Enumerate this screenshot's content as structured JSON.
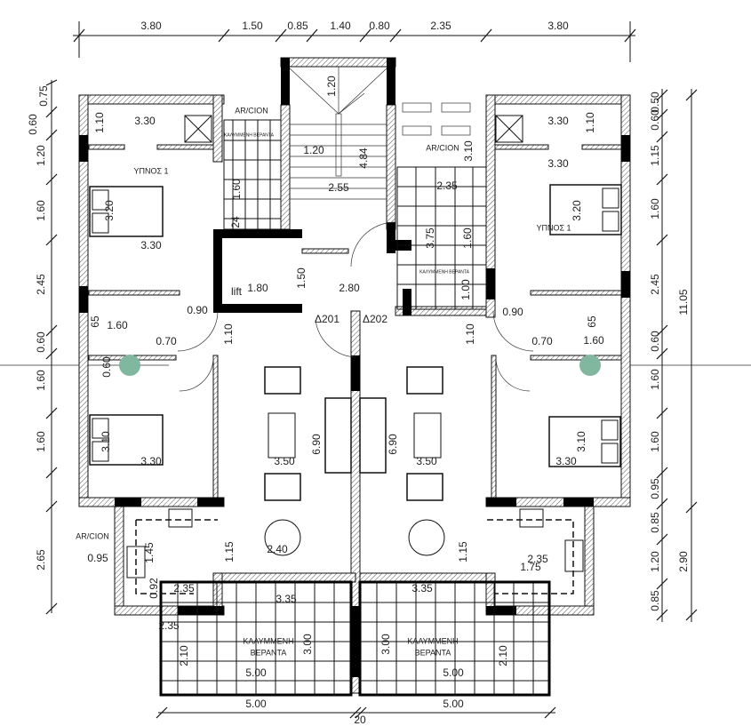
{
  "colors": {
    "walls": "#000000",
    "marker": "#7fb89f",
    "background": "#ffffff"
  },
  "top_dims": [
    "3.80",
    "1.50",
    "0.85",
    "1.40",
    "0.80",
    "2.35",
    "3.80"
  ],
  "left_dims": [
    "0.75",
    "0.60",
    "1.20",
    "1.60",
    "2.45",
    "0.60",
    "1.60",
    "1.60",
    "2.65"
  ],
  "right_dims": [
    "0.50",
    "0.60",
    "1.15",
    "1.60",
    "2.45",
    "0.60",
    "1.60",
    "1.60",
    "0.95",
    "0.85",
    "1.20",
    "0.85"
  ],
  "right_overall": [
    "11.05",
    "2.90"
  ],
  "bottom_dims": [
    "5.00",
    "5.00",
    "20"
  ],
  "rooms": {
    "bedroom_left": "ΥΠΝΟΣ 1",
    "bedroom_right": "ΥΠΝΟΣ 1",
    "aircon_1": "AR/CION",
    "aircon_2": "AR/CION",
    "aircon_3": "AR/CION",
    "small_veranda_1": "ΚΑΛΥΜΜΕΝΗ ΒΕΡΑΝΤΑ",
    "small_veranda_2": "ΚΑΛΥΜΜΕΝΗ ΒΕΡΑΝΤΑ",
    "veranda_left_1": "ΚΑΛΥΜΜΕΝΗ",
    "veranda_left_2": "ΒΕΡΑΝΤΑ",
    "veranda_right_1": "ΚΑΛΥΜΜΕΝΗ",
    "veranda_right_2": "ΒΕΡΑΝΤΑ",
    "lift": "lift",
    "door_201": "Δ201",
    "door_202": "Δ202"
  },
  "interior_dims": [
    "3.30",
    "1.10",
    "3.20",
    "3.30",
    "1.60",
    "24",
    "1.20",
    "1.20",
    "2.55",
    "4.84",
    "1.80",
    "1.50",
    "2.80",
    "0.90",
    "1.60",
    "65",
    "0.70",
    "1.10",
    "0.60",
    "3.10",
    "3.30",
    "3.50",
    "6.90",
    "6.90",
    "3.50",
    "0.95",
    "1.45",
    "1.15",
    "2.40",
    "0.92",
    "2.35",
    "3.35",
    "3.00",
    "2.35",
    "2.10",
    "5.00",
    "3.30",
    "1.10",
    "3.30",
    "3.20",
    "3.10",
    "2.35",
    "3.75",
    "1.60",
    "1.00",
    "0.90",
    "1.10",
    "0.70",
    "1.60",
    "65",
    "3.10",
    "3.30",
    "1.15",
    "2.35",
    "1.75",
    "3.35",
    "3.00",
    "2.10",
    "5.00"
  ]
}
